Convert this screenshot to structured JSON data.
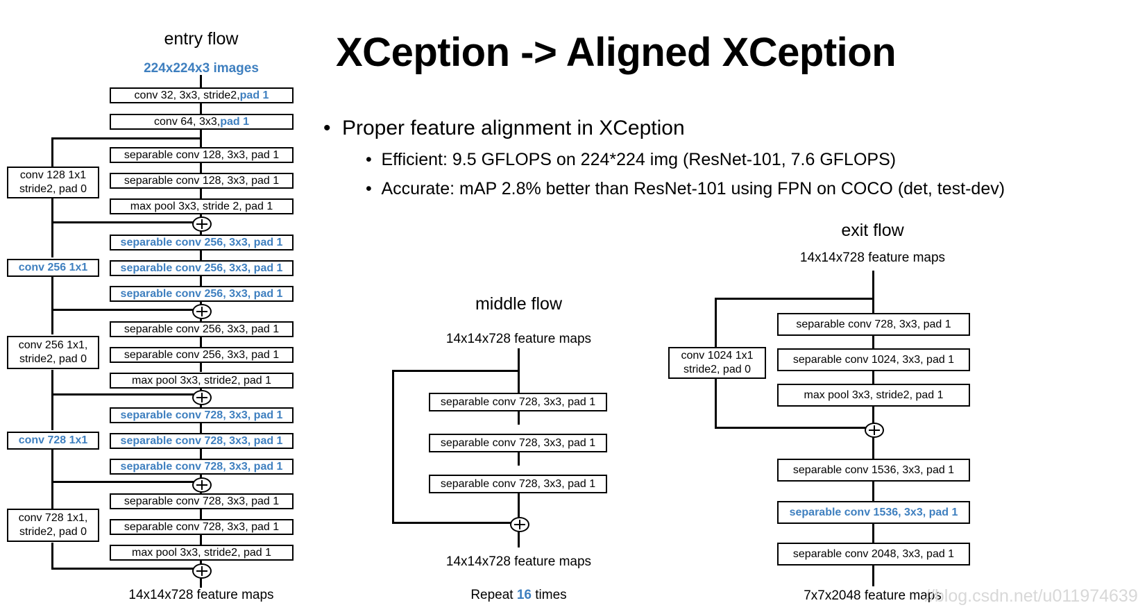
{
  "slide": {
    "title": "XCeption -> Aligned XCeption",
    "watermark": "//blog.csdn.net/u011974639"
  },
  "bullets": {
    "level1": "Proper feature alignment in XCeption",
    "level2": [
      "Efficient: 9.5 GFLOPS on 224*224 img (ResNet-101, 7.6 GFLOPS)",
      "Accurate: mAP 2.8% better than ResNet-101 using FPN on COCO (det, test-dev)"
    ]
  },
  "entry_flow": {
    "title": "entry flow",
    "input_caption": "224x224x3 images",
    "output_caption": "14x14x728 feature maps",
    "nodes": [
      {
        "pre": "conv 32, 3x3, stride2, ",
        "blue": "pad 1"
      },
      {
        "pre": "conv 64, 3x3, ",
        "blue": "pad 1"
      },
      {
        "text": "separable conv 128, 3x3, pad 1"
      },
      {
        "text": "separable conv 128, 3x3, pad 1"
      },
      {
        "text": "max pool 3x3, stride 2, pad 1"
      },
      {
        "text": "separable conv 256, 3x3, pad 1"
      },
      {
        "text": "separable conv 256, 3x3, pad 1"
      },
      {
        "text": "separable conv 256, 3x3, pad 1"
      },
      {
        "text": "separable conv 256, 3x3, pad 1"
      },
      {
        "text": "separable conv 256, 3x3, pad 1"
      },
      {
        "text": "max pool 3x3, stride2, pad 1"
      },
      {
        "text": "separable conv 728, 3x3, pad 1"
      },
      {
        "text": "separable conv 728, 3x3, pad 1"
      },
      {
        "text": "separable conv 728, 3x3, pad 1"
      },
      {
        "text": "separable conv 728, 3x3, pad 1"
      },
      {
        "text": "separable conv 728, 3x3, pad 1"
      },
      {
        "text": "max pool 3x3, stride2, pad 1"
      }
    ],
    "shortcuts": [
      {
        "line1": "conv 128 1x1",
        "line2": "stride2, pad 0"
      },
      {
        "line1": "conv 256 1x1",
        "line2": ""
      },
      {
        "line1": "conv 256 1x1,",
        "line2": "stride2, pad 0"
      },
      {
        "line1": "conv 728 1x1",
        "line2": ""
      },
      {
        "line1": "conv 728 1x1,",
        "line2": "stride2, pad 0"
      }
    ]
  },
  "middle_flow": {
    "title": "middle flow",
    "input_caption": "14x14x728 feature maps",
    "output_caption": "14x14x728 feature maps",
    "repeat_prefix": "Repeat ",
    "repeat_count": "16",
    "repeat_suffix": " times",
    "nodes": [
      {
        "text": "separable conv 728, 3x3, pad 1"
      },
      {
        "text": "separable conv 728, 3x3, pad 1"
      },
      {
        "text": "separable conv 728, 3x3, pad 1"
      }
    ]
  },
  "exit_flow": {
    "title": "exit flow",
    "input_caption": "14x14x728 feature maps",
    "output_caption": "7x7x2048 feature maps",
    "nodes": [
      {
        "text": "separable conv 728, 3x3, pad 1"
      },
      {
        "text": "separable conv 1024, 3x3, pad 1"
      },
      {
        "text": "max pool 3x3, stride2, pad 1"
      },
      {
        "text": "separable conv 1536, 3x3, pad 1"
      },
      {
        "text": "separable conv 1536, 3x3, pad 1"
      },
      {
        "text": "separable conv 2048, 3x3, pad 1"
      }
    ],
    "shortcuts": [
      {
        "line1": "conv 1024 1x1",
        "line2": "stride2, pad 0"
      }
    ]
  },
  "colors": {
    "accent_blue": "#3e7fbf",
    "line_black": "#000000",
    "background": "#ffffff",
    "watermark_gray": "#d8d8d8"
  }
}
